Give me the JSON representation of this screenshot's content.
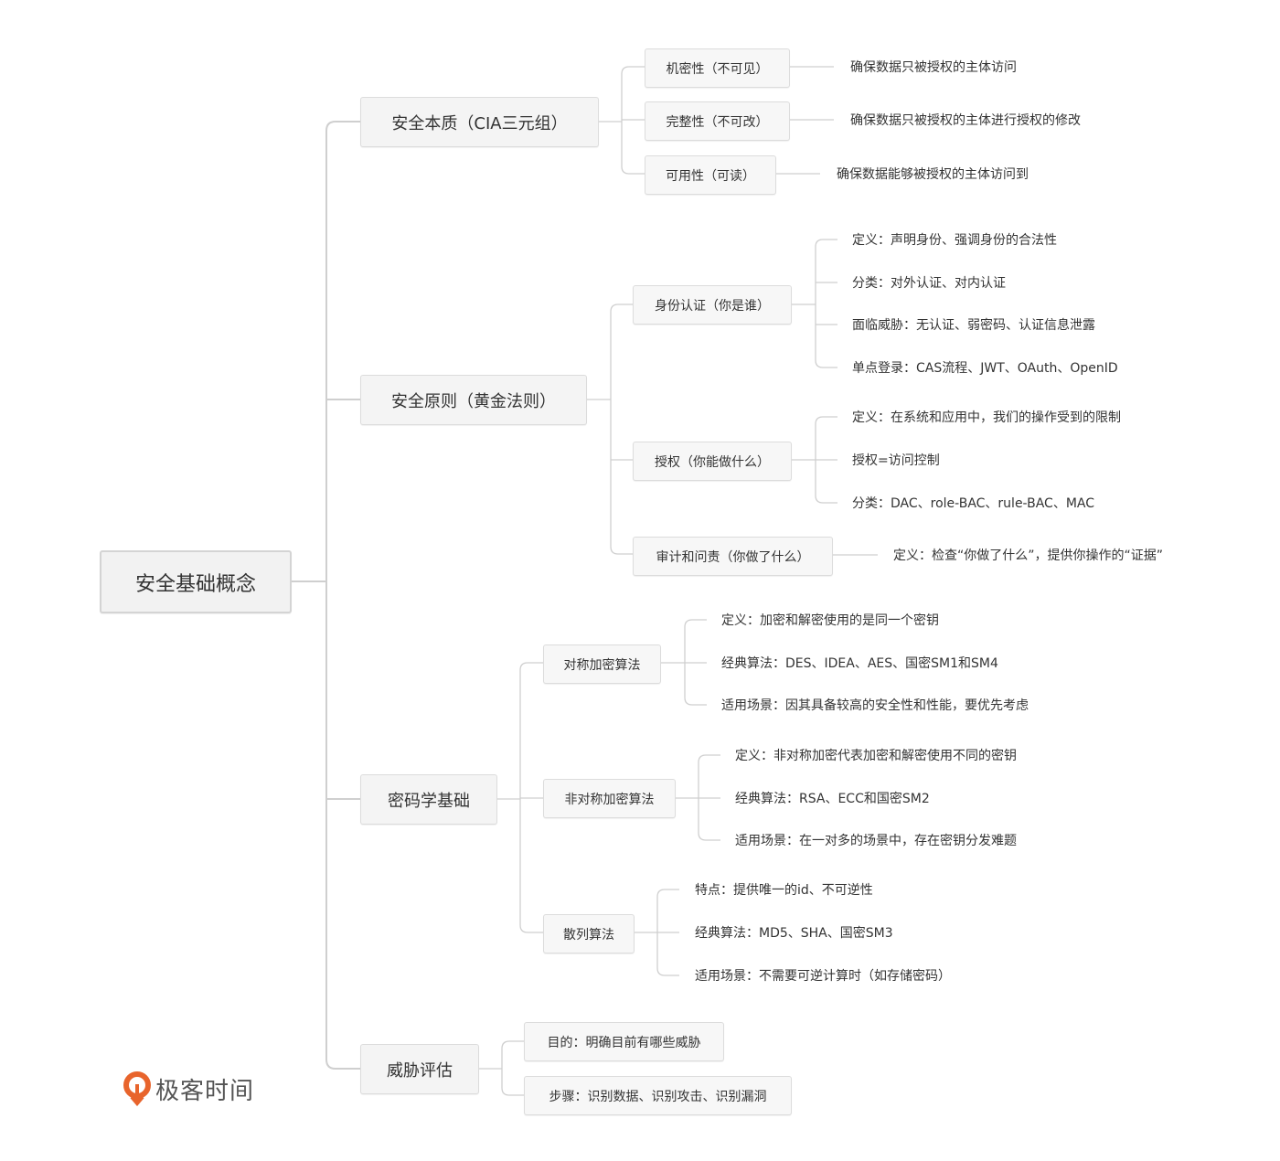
{
  "root": "安全基础概念",
  "branches": [
    {
      "label": "安全本质（CIA三元组）",
      "children": [
        {
          "label": "机密性（不可见）",
          "leaves": [
            "确保数据只被授权的主体访问"
          ]
        },
        {
          "label": "完整性（不可改）",
          "leaves": [
            "确保数据只被授权的主体进行授权的修改"
          ]
        },
        {
          "label": "可用性（可读）",
          "leaves": [
            "确保数据能够被授权的主体访问到"
          ]
        }
      ]
    },
    {
      "label": "安全原则（黄金法则）",
      "children": [
        {
          "label": "身份认证（你是谁）",
          "leaves": [
            "定义：声明身份、强调身份的合法性",
            "分类：对外认证、对内认证",
            "面临威胁：无认证、弱密码、认证信息泄露",
            "单点登录：CAS流程、JWT、OAuth、OpenID"
          ]
        },
        {
          "label": "授权（你能做什么）",
          "leaves": [
            "定义：在系统和应用中，我们的操作受到的限制",
            "授权=访问控制",
            "分类：DAC、role-BAC、rule-BAC、MAC"
          ]
        },
        {
          "label": "审计和问责（你做了什么）",
          "leaves": [
            "定义：检查“你做了什么”，提供你操作的“证据”"
          ]
        }
      ]
    },
    {
      "label": "密码学基础",
      "children": [
        {
          "label": "对称加密算法",
          "leaves": [
            "定义：加密和解密使用的是同一个密钥",
            "经典算法：DES、IDEA、AES、国密SM1和SM4",
            "适用场景：因其具备较高的安全性和性能，要优先考虑"
          ]
        },
        {
          "label": "非对称加密算法",
          "leaves": [
            "定义：非对称加密代表加密和解密使用不同的密钥",
            "经典算法：RSA、ECC和国密SM2",
            "适用场景：在一对多的场景中，存在密钥分发难题"
          ]
        },
        {
          "label": "散列算法",
          "leaves": [
            "特点：提供唯一的id、不可逆性",
            "经典算法：MD5、SHA、国密SM3",
            "适用场景：不需要可逆计算时（如存储密码）"
          ]
        }
      ]
    },
    {
      "label": "威胁评估",
      "children": [
        {
          "label": "目的：明确目前有哪些威胁"
        },
        {
          "label": "步骤：识别数据、识别攻击、识别漏洞"
        }
      ]
    }
  ],
  "logo": {
    "text": "极客时间",
    "color": "#e8642c"
  },
  "colors": {
    "line": "#cfcfcf",
    "node_bg": "#f4f4f4",
    "node_border": "#dcdcdc"
  }
}
